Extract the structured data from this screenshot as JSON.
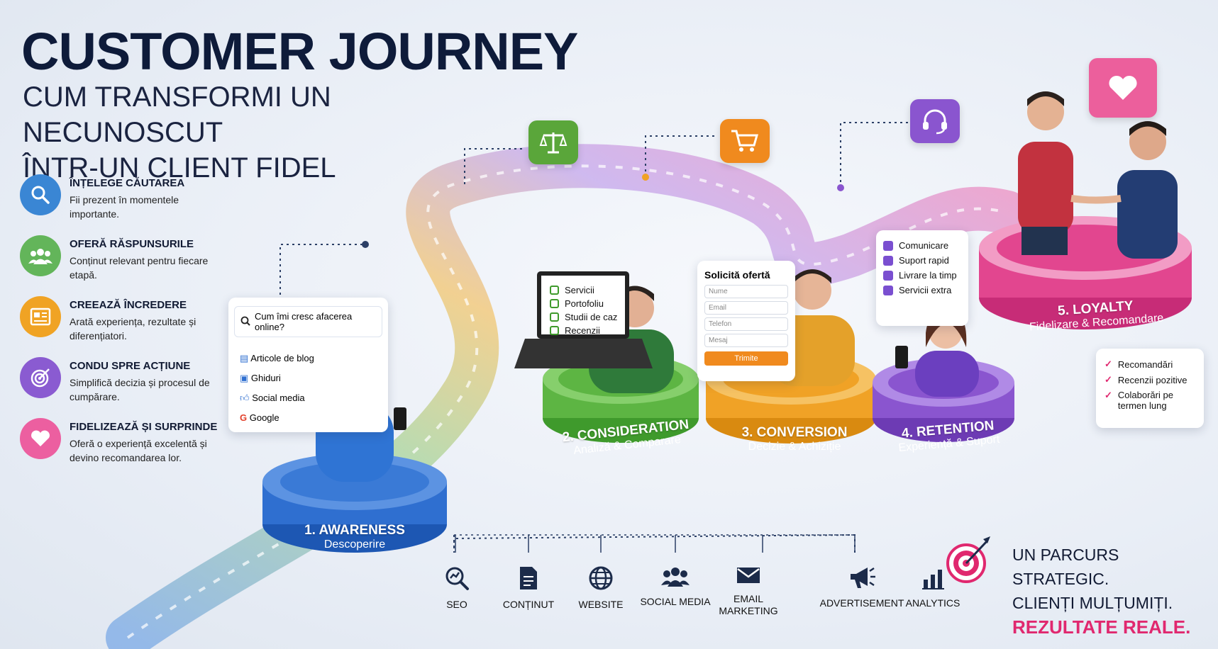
{
  "header": {
    "title": "CUSTOMER JOURNEY",
    "subtitle_line1": "CUM TRANSFORMI UN NECUNOSCUT",
    "subtitle_line2": "ÎNTR-UN CLIENT FIDEL"
  },
  "features": [
    {
      "title": "ÎNȚELEGE CĂUTAREA",
      "desc": "Fii prezent în momentele importante.",
      "color": "#3a86d4",
      "icon": "search-icon"
    },
    {
      "title": "OFERĂ RĂSPUNSURILE",
      "desc": "Conținut relevant pentru fiecare etapă.",
      "color": "#63b55a",
      "icon": "people-icon"
    },
    {
      "title": "CREEAZĂ ÎNCREDERE",
      "desc": "Arată experiența, rezultate și diferențiatori.",
      "color": "#f0a324",
      "icon": "portfolio-icon"
    },
    {
      "title": "CONDU SPRE ACȚIUNE",
      "desc": "Simplifică decizia și procesul de cumpărare.",
      "color": "#8a5bd1",
      "icon": "target-icon"
    },
    {
      "title": "FIDELIZEAZĂ ȘI SURPRINDE",
      "desc": "Oferă o experiență excelentă și devino recomandarea lor.",
      "color": "#ec5fa0",
      "icon": "heart-icon"
    }
  ],
  "stages": [
    {
      "name": "1. AWARENESS",
      "sub": "Descoperire",
      "color": "#2f6fd0"
    },
    {
      "name": "2. CONSIDERATION",
      "sub": "Analiză & Comparare",
      "color": "#5db543"
    },
    {
      "name": "3. CONVERSION",
      "sub": "Decizie & Achiziție",
      "color": "#f0a226"
    },
    {
      "name": "4. RETENTION",
      "sub": "Experiență & Suport",
      "color": "#8a55cf"
    },
    {
      "name": "5. LOYALTY",
      "sub": "Fidelizare & Recomandare",
      "color": "#e2468f"
    }
  ],
  "search_card": {
    "query": "Cum îmi cresc afacerea online?",
    "items": [
      "Articole de blog",
      "Ghiduri",
      "Social media",
      "Google"
    ]
  },
  "laptop_checklist": [
    "Servicii",
    "Portofoliu",
    "Studii de caz",
    "Recenzii"
  ],
  "form_card": {
    "title": "Solicită ofertă",
    "fields": [
      "Nume",
      "Email",
      "Telefon",
      "Mesaj"
    ],
    "button": "Trimite"
  },
  "retention_checklist": [
    "Comunicare",
    "Suport rapid",
    "Livrare la timp",
    "Servicii extra"
  ],
  "loyalty_checklist": [
    "Recomandări",
    "Recenzii pozitive",
    "Colaborări pe termen lung"
  ],
  "channels": [
    {
      "label": "SEO",
      "icon": "seo-icon"
    },
    {
      "label": "CONȚINUT",
      "icon": "document-icon"
    },
    {
      "label": "WEBSITE",
      "icon": "globe-icon"
    },
    {
      "label": "SOCIAL MEDIA",
      "icon": "people-icon"
    },
    {
      "label": "EMAIL MARKETING",
      "icon": "email-icon"
    },
    {
      "label": "ADVERTISEMENT",
      "icon": "megaphone-icon"
    },
    {
      "label": "ANALYTICS",
      "icon": "chart-icon"
    }
  ],
  "tagline": {
    "line1": "UN PARCURS STRATEGIC.",
    "line2": "CLIENȚI MULȚUMIȚI.",
    "line3": "REZULTATE REALE."
  },
  "colors": {
    "accent": "#e0286f",
    "navy": "#0e1b3a"
  }
}
